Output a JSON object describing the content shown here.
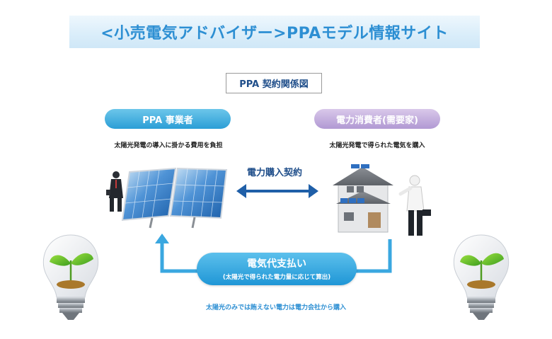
{
  "header": {
    "title": "<小売電気アドバイザー>PPAモデル情報サイト"
  },
  "diagram": {
    "title": "PPA 契約関係図",
    "ppa_provider": {
      "label": "PPA 事業者",
      "description": "太陽光発電の導入に掛かる費用を負担"
    },
    "consumer": {
      "label": "電力消費者(需要家)",
      "description": "太陽光発電で得られた電気を購入"
    },
    "contract": {
      "label": "電力購入契約"
    },
    "payment": {
      "title": "電気代支払い",
      "subtitle": "(太陽光で得られた電力量に応じて算出)"
    },
    "footnote": "太陽光のみでは賄えない電力は電力会社から購入"
  },
  "colors": {
    "accent_blue": "#2d8fd3",
    "provider_pill": "#2b9ed6",
    "consumer_pill": "#b199d3",
    "arrow_blue": "#3aa7e0",
    "contract_arrow": "#1f5fa8"
  },
  "icons": [
    "solar-panel-icon",
    "businessman-icon",
    "house-icon",
    "lightbulb-sprout-icon",
    "double-arrow-icon",
    "flow-arrow-icon"
  ]
}
